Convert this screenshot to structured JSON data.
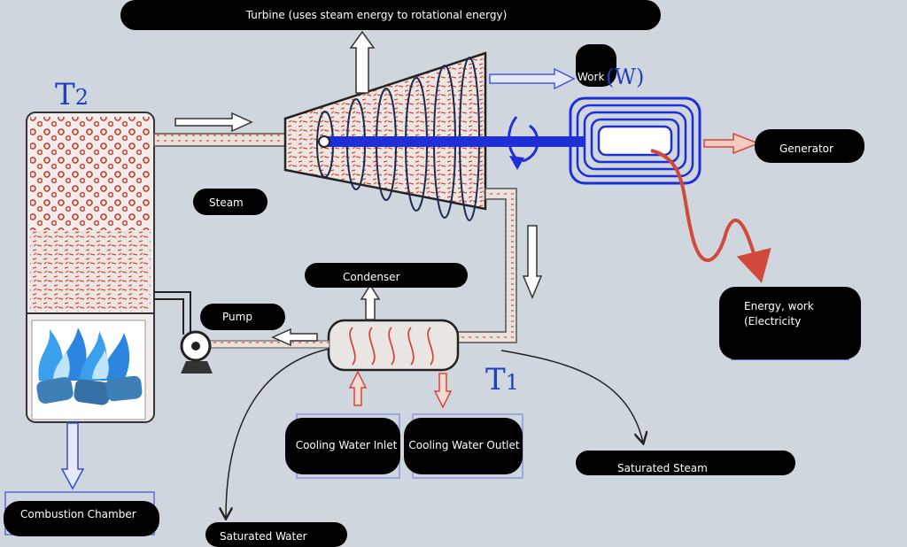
{
  "labels": {
    "turbine": "Turbine (uses steam energy to rotational energy)",
    "work": "Work",
    "work_symbol": "(W)",
    "t2_main": "T",
    "t2_sub": "2",
    "t1_main": "T",
    "t1_sub": "1",
    "steam": "Steam",
    "generator": "Generator",
    "condenser": "Condenser",
    "pump": "Pump",
    "energy_line1": "Energy, work",
    "energy_line2": "(Electricity",
    "cooling_inlet": "Cooling Water Inlet",
    "cooling_outlet": "Cooling Water Outlet",
    "saturated_steam": "Saturated Steam",
    "combustion_chamber": "Combustion Chamber",
    "saturated_water": "Saturated Water"
  },
  "colors": {
    "background": "#cfd6dd",
    "label_blob": "#000000",
    "steam_red": "#d0493a",
    "shaft_blue": "#1f2fd6",
    "flame_blue": "#3aa0ee",
    "outline": "#222222"
  }
}
